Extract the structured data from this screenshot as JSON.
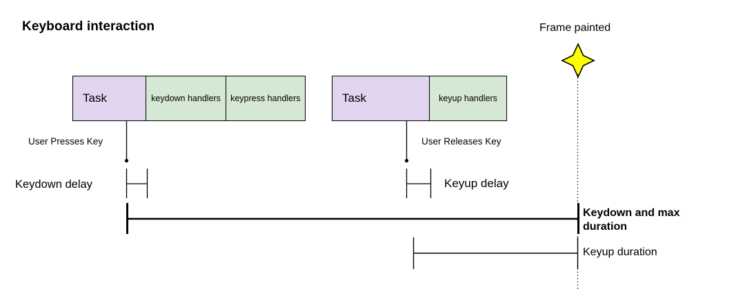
{
  "title": "Keyboard interaction",
  "colors": {
    "task_fill": "#E1D5EF",
    "handler_fill": "#D5E8D4",
    "stroke": "#000000",
    "star_fill": "#FFFF00",
    "background": "#FFFFFF"
  },
  "timeline": {
    "rows": [
      {
        "name": "task-row-keydown",
        "cells": [
          {
            "label": "Task",
            "kind": "task"
          },
          {
            "label": "keydown\nhandlers",
            "kind": "handler"
          },
          {
            "label": "keypress\nhandlers",
            "kind": "handler"
          }
        ]
      },
      {
        "name": "task-row-keyup",
        "cells": [
          {
            "label": "Task",
            "kind": "task"
          },
          {
            "label": "keyup handlers",
            "kind": "handler"
          }
        ]
      }
    ]
  },
  "events": {
    "user_presses_key": "User Presses Key",
    "user_releases_key": "User Releases Key",
    "frame_painted": "Frame painted"
  },
  "measures": [
    {
      "name": "keydown-delay",
      "label": "Keydown delay",
      "bold": false
    },
    {
      "name": "keyup-delay",
      "label": "Keyup delay",
      "bold": false
    },
    {
      "name": "keydown-and-max-duration",
      "label": "Keydown and max duration",
      "bold": true
    },
    {
      "name": "keyup-duration",
      "label": "Keyup duration",
      "bold": false
    }
  ],
  "icons": {
    "frame_painted_star": "four-point-star-icon"
  }
}
